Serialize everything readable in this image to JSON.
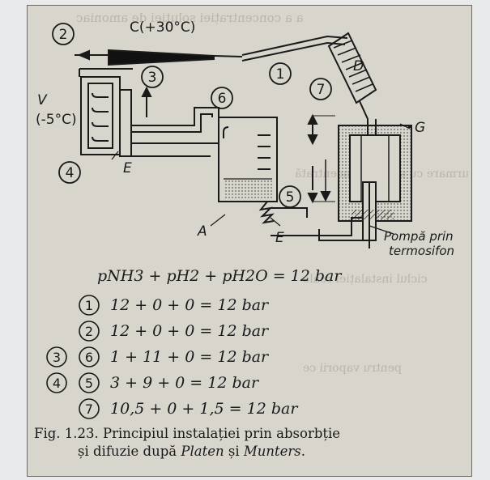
{
  "diagram": {
    "labels": {
      "c_label": "C(+30°C)",
      "v_label": "V",
      "v_temp": "(-5°C)",
      "d_label": "D",
      "g_label": "G",
      "e_label_upper": "E",
      "e_label_lower": "E",
      "a_label": "A",
      "pump_line1": "Pompă prin",
      "pump_line2": "termosifon"
    },
    "circled_numbers": [
      "1",
      "2",
      "3",
      "4",
      "5",
      "6",
      "7"
    ],
    "equations": {
      "header": "pNH3 + pH2 + pH2O = 12 bar",
      "rows": [
        {
          "points": [
            "1"
          ],
          "expr": "12 + 0 + 0 = 12 bar"
        },
        {
          "points": [
            "2"
          ],
          "expr": "12 + 0 + 0 = 12 bar"
        },
        {
          "points": [
            "3",
            "6"
          ],
          "expr": "1 + 11 + 0 = 12 bar"
        },
        {
          "points": [
            "4",
            "5"
          ],
          "expr": "3 + 9 + 0 = 12 bar"
        },
        {
          "points": [
            "7"
          ],
          "expr": "10,5 + 0 + 1,5 = 12 bar"
        }
      ]
    }
  },
  "caption": {
    "line1": "Fig. 1.23. Principiul instalației prin absorbție",
    "line2_prefix": "și difuzie după ",
    "author1": "Platen",
    "conj": " și ",
    "author2": "Munters",
    "end": "."
  }
}
